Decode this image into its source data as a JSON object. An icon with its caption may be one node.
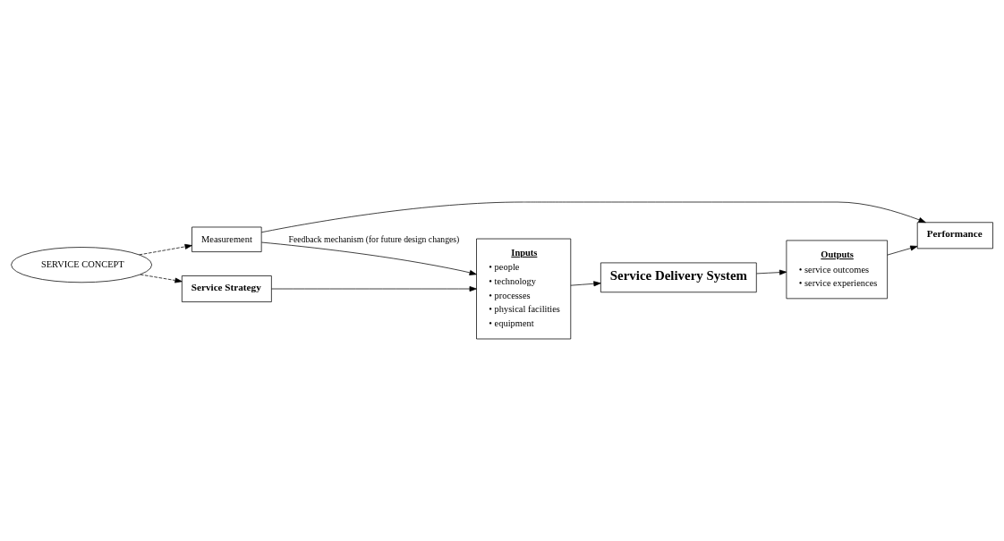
{
  "diagram": {
    "nodes": [
      {
        "text": [
          "SERVICE CONCEPT"
        ]
      },
      {
        "text": [
          "Measurement"
        ]
      },
      {
        "text": [
          "Service Strategy"
        ]
      },
      {
        "text": [
          "Inputs",
          "• people",
          "• technology",
          "• processes",
          "• physical facilities",
          "• equipment"
        ]
      },
      {
        "text": [
          "Service Delivery System"
        ]
      },
      {
        "text": [
          "Outputs",
          "• service outcomes",
          "• service experiences"
        ]
      },
      {
        "text": [
          "Performance"
        ]
      }
    ],
    "edges": [
      {
        "from": 0,
        "to": 2,
        "arrow": "to",
        "style": "dashed"
      },
      {
        "from": 0,
        "to": 1,
        "arrow": "to",
        "style": "dashed"
      },
      {
        "from": 1,
        "to": 3,
        "arrow": "to",
        "label": "Feedback mechanism (for future design changes)"
      },
      {
        "from": 1,
        "to": 6,
        "arrow": "to"
      },
      {
        "from": 2,
        "to": 3,
        "arrow": "to"
      },
      {
        "from": 3,
        "to": 4,
        "arrow": "to"
      },
      {
        "from": 4,
        "to": 5,
        "arrow": "to"
      },
      {
        "from": 5,
        "to": 6,
        "arrow": "to"
      }
    ]
  }
}
